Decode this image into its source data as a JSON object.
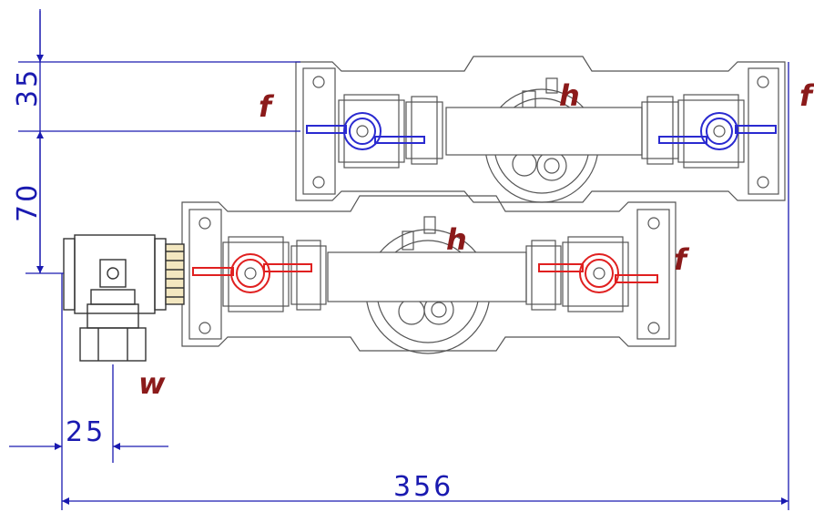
{
  "dimensions": {
    "top_offset": "35",
    "vertical_spacing": "70",
    "side_offset": "25",
    "total_width": "356"
  },
  "labels": {
    "upper_left_flange": "f",
    "upper_center_pump": "h",
    "upper_right_flange": "f",
    "lower_center_pump": "h",
    "lower_right_flange": "f",
    "tee_fitting": "w"
  },
  "colors": {
    "dimension_lines": "#1a1ab0",
    "upper_valve_handles": "#2a2ad0",
    "lower_valve_handles": "#e02020",
    "labels": "#8b1a1a",
    "outlines": "#333333"
  }
}
